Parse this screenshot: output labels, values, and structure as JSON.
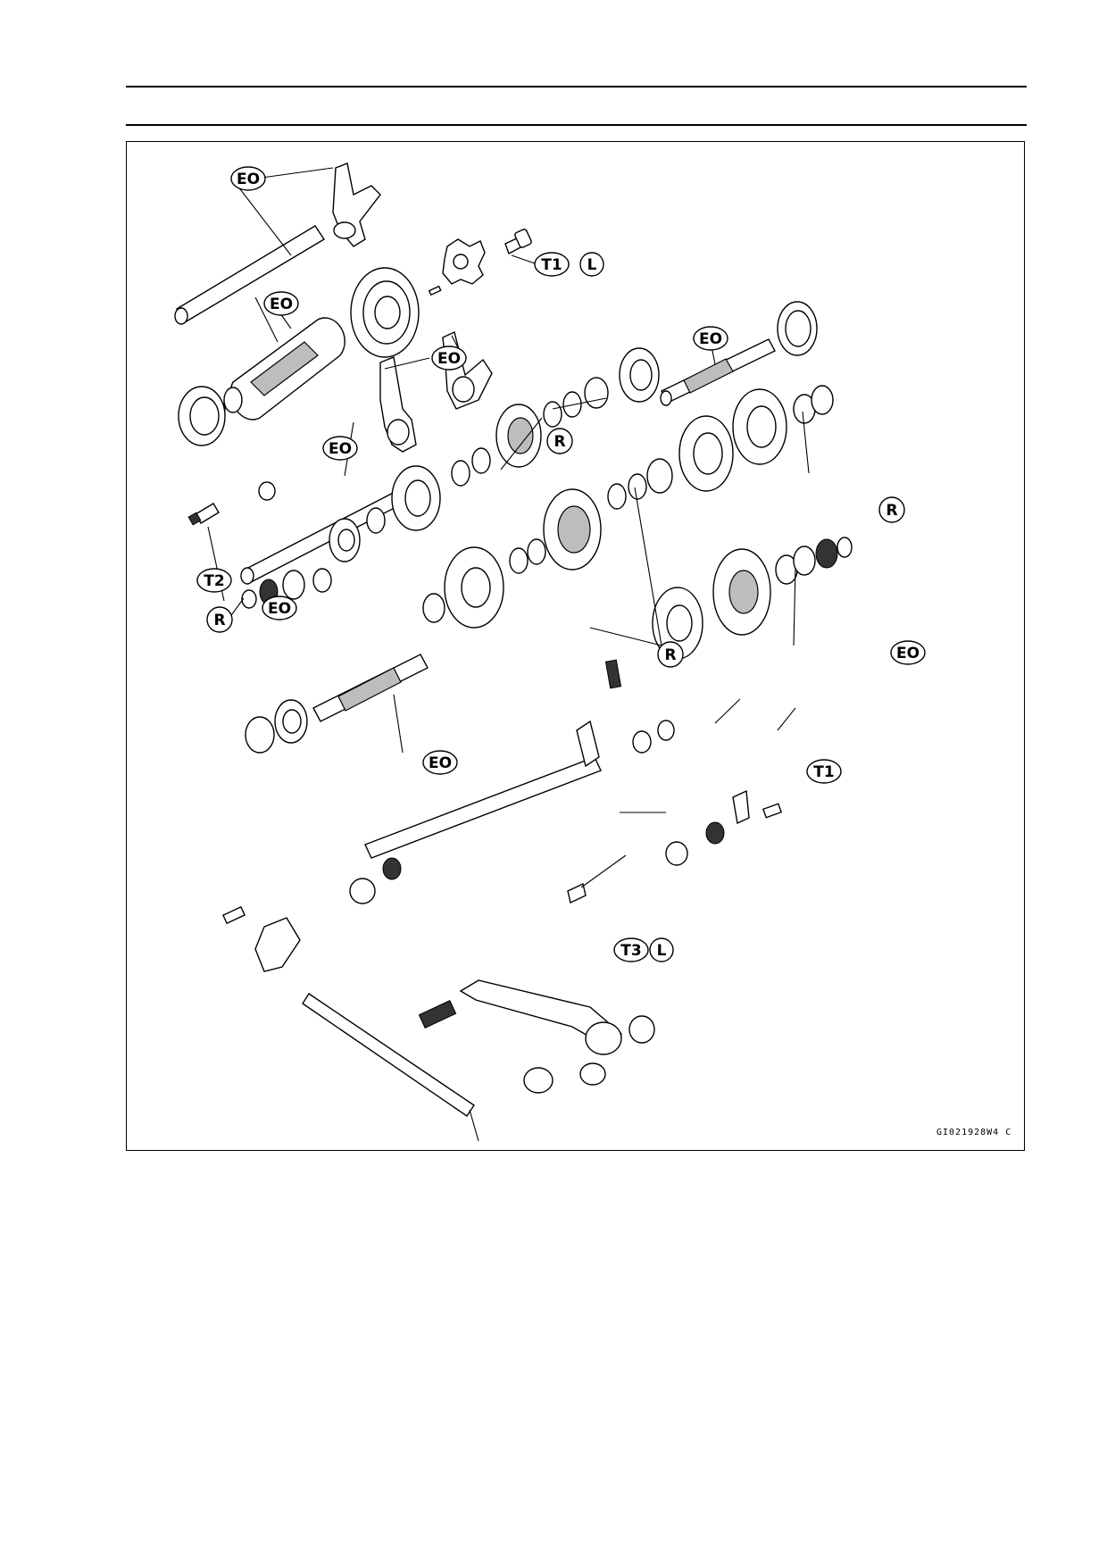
{
  "figure_code": "GI021928W4 C",
  "callout_labels": {
    "eo": "EO",
    "r": "R",
    "l": "L",
    "t1": "T1",
    "t2": "T2",
    "t3": "T3"
  }
}
